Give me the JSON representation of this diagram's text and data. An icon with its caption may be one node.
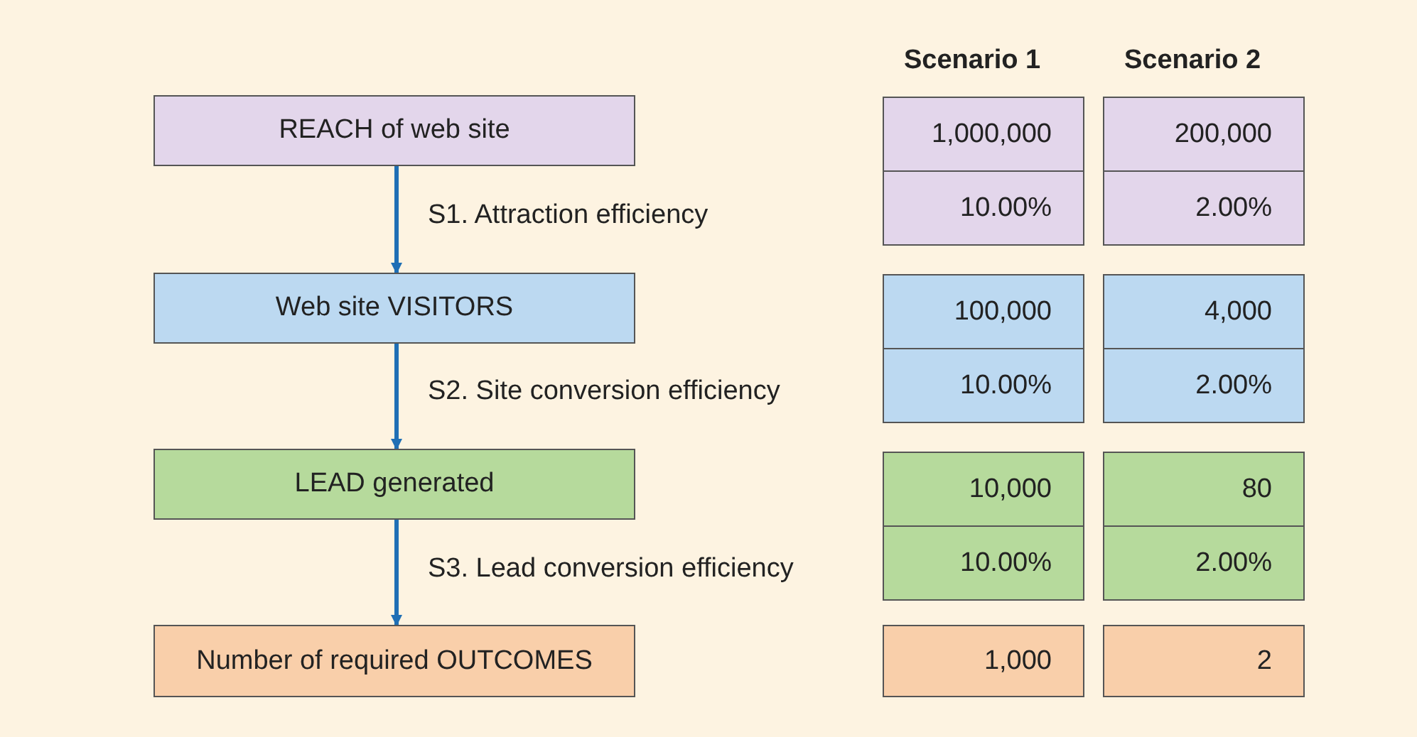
{
  "diagram": {
    "nodes": [
      {
        "text": [
          "REACH of web site"
        ]
      },
      {
        "text": [
          "Web site VISITORS"
        ]
      },
      {
        "text": [
          "LEAD generated"
        ]
      },
      {
        "text": [
          "Number of required OUTCOMES"
        ]
      },
      {
        "text": [
          "1,000,000"
        ]
      },
      {
        "text": [
          "200,000"
        ]
      },
      {
        "text": [
          "10.00%"
        ]
      },
      {
        "text": [
          "2.00%"
        ]
      },
      {
        "text": [
          "100,000"
        ]
      },
      {
        "text": [
          "4,000"
        ]
      },
      {
        "text": [
          "10.00%"
        ]
      },
      {
        "text": [
          "2.00%"
        ]
      },
      {
        "text": [
          "10,000"
        ]
      },
      {
        "text": [
          "80"
        ]
      },
      {
        "text": [
          "10.00%"
        ]
      },
      {
        "text": [
          "2.00%"
        ]
      },
      {
        "text": [
          "1,000"
        ]
      },
      {
        "text": [
          "2"
        ]
      }
    ],
    "edges": [
      {
        "from": 0,
        "to": 1,
        "arrow": "to",
        "label": "S1. Attraction efficiency"
      },
      {
        "from": 1,
        "to": 2,
        "arrow": "to",
        "label": "S2. Site conversion efficiency"
      },
      {
        "from": 2,
        "to": 3,
        "arrow": "to",
        "label": "S3. Lead conversion efficiency"
      }
    ],
    "labels": [
      "Scenario 1",
      "Scenario 2"
    ]
  }
}
